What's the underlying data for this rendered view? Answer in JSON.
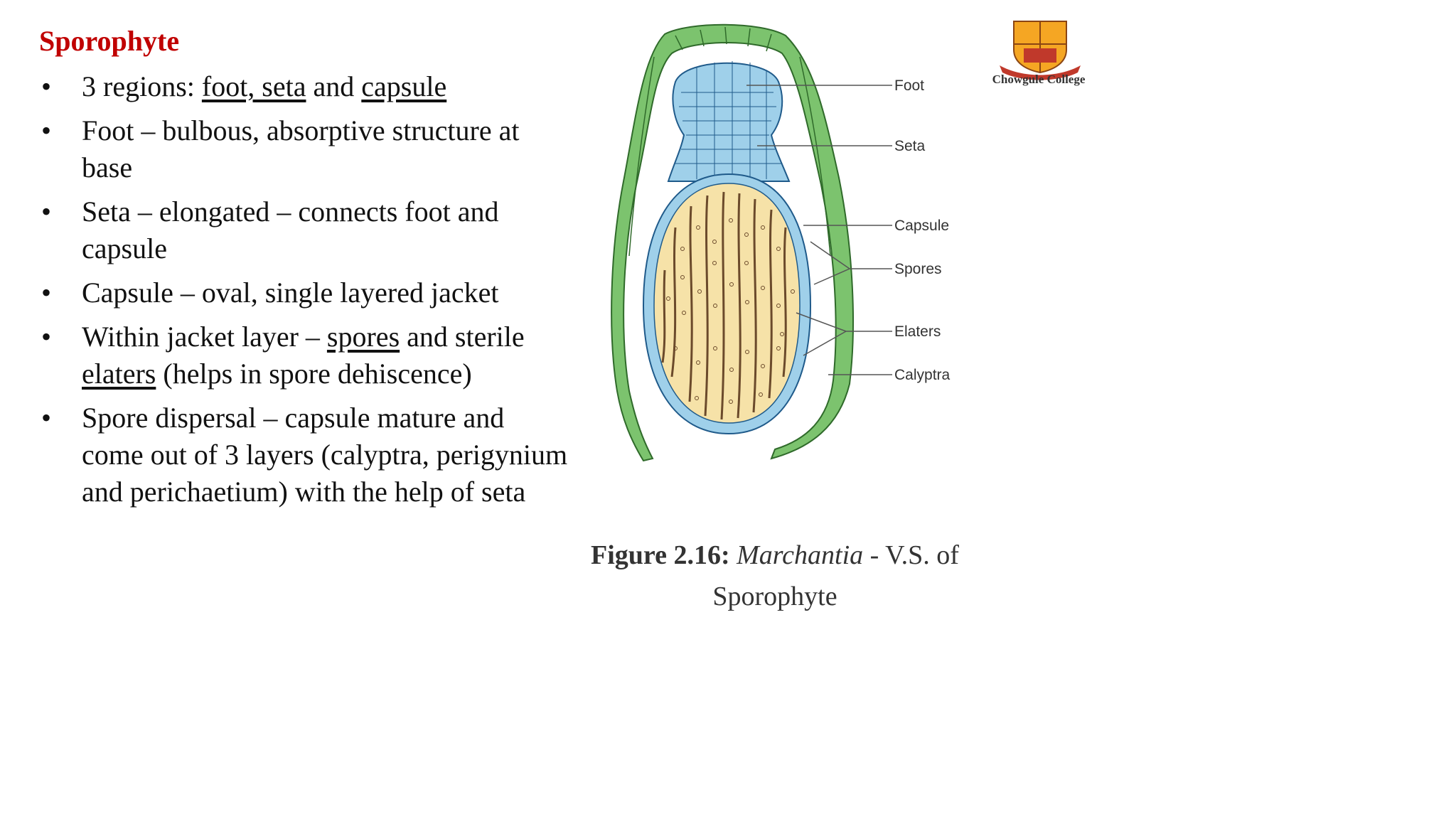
{
  "slide": {
    "heading": "Sporophyte",
    "bullets": [
      {
        "parts": [
          {
            "text": "3 regions: "
          },
          {
            "text": "foot, seta",
            "underline": true
          },
          {
            "text": " and "
          },
          {
            "text": "capsule",
            "underline": true
          }
        ]
      },
      {
        "parts": [
          {
            "text": "Foot – bulbous, absorptive structure at base"
          }
        ]
      },
      {
        "parts": [
          {
            "text": "Seta – elongated – connects foot and capsule"
          }
        ]
      },
      {
        "parts": [
          {
            "text": "Capsule – oval, single layered jacket"
          }
        ]
      },
      {
        "parts": [
          {
            "text": "Within jacket layer – "
          },
          {
            "text": "spores",
            "underline": true
          },
          {
            "text": " and sterile "
          },
          {
            "text": "elaters",
            "underline": true
          },
          {
            "text": " (helps in spore dehiscence)"
          }
        ]
      },
      {
        "parts": [
          {
            "text": "Spore dispersal – capsule mature and come out of 3 layers (calyptra, perigynium and perichaetium) with the help of seta"
          }
        ]
      }
    ]
  },
  "figure": {
    "labels": {
      "foot": "Foot",
      "seta": "Seta",
      "capsule": "Capsule",
      "spores": "Spores",
      "elaters": "Elaters",
      "calyptra": "Calyptra"
    },
    "caption": {
      "number": "Figure 2.16:",
      "genus": "Marchantia",
      "rest_line1": " - V.S. of",
      "line2": "Sporophyte"
    },
    "colors": {
      "calyptra": "#7cc36e",
      "foot_seta": "#9fd0ea",
      "capsule": "#f6e2a8",
      "elaters": "#6b4a2b",
      "outline": "#1f5a8a"
    }
  },
  "logo": {
    "institution": "Chowgule College"
  }
}
